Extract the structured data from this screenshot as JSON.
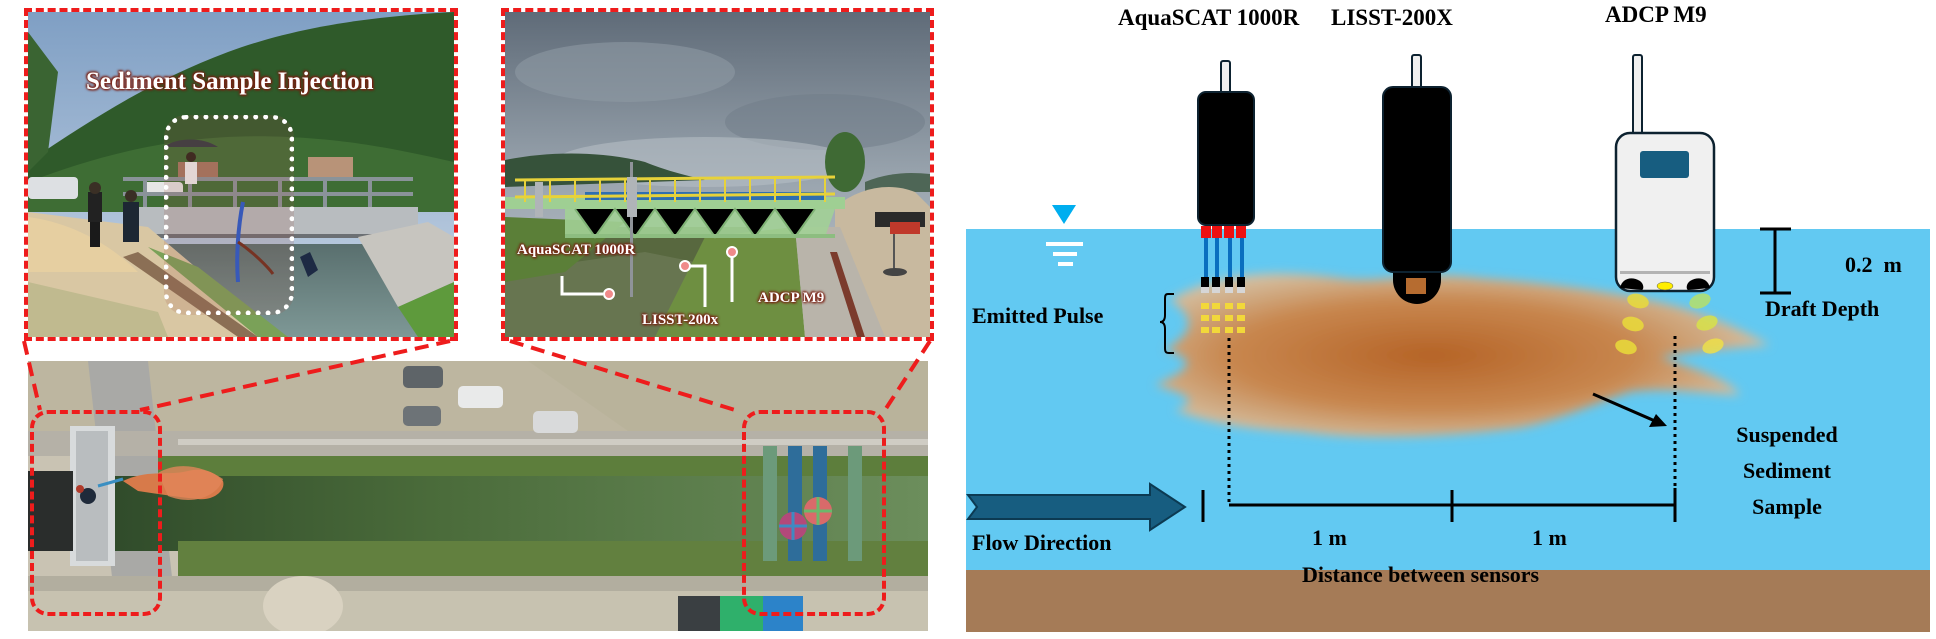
{
  "figure": {
    "panels": {
      "injection_photo": {
        "label": "Sediment Sample Injection",
        "description": "Ground photo of small concrete channel with bridge; sediment injection hose highlighted"
      },
      "sensor_photo": {
        "labels": {
          "aquascat": "AquaSCAT 1000R",
          "lisst": "LISST-200x",
          "adcp": "ADCP M9"
        },
        "description": "Ground photo of measurement bridge over channel with sensors"
      },
      "aerial_photo": {
        "description": "Aerial view of channel with injection bridge at left and measurement bridge at right; orange sediment plume downstream of injection point"
      }
    },
    "diagram": {
      "sensors": [
        {
          "name": "AquaSCAT 1000R",
          "icon": "aquascat-probe-icon"
        },
        {
          "name": "LISST-200X",
          "icon": "lisst-probe-icon"
        },
        {
          "name": "ADCP M9",
          "icon": "adcp-probe-icon"
        }
      ],
      "labels": {
        "emitted_pulse": "Emitted Pulse",
        "draft_value": "0.2  m",
        "draft_label": "Draft Depth",
        "suspended_line1": "Suspended",
        "suspended_line2": "Sediment",
        "suspended_line3": "Sample",
        "flow_direction": "Flow Direction",
        "spacing_1": "1 m",
        "spacing_2": "1 m",
        "distance_label": "Distance between sensors"
      },
      "colors": {
        "water": "#62c9f2",
        "bed": "#a57b57",
        "plume_core": "#b86a2c",
        "plume_edge": "#e7c29c",
        "flow_arrow": "#175d80",
        "adcp_screen": "#175d80",
        "frame_red": "#ee1c1c",
        "water_symbol": "#00aeef"
      }
    }
  }
}
